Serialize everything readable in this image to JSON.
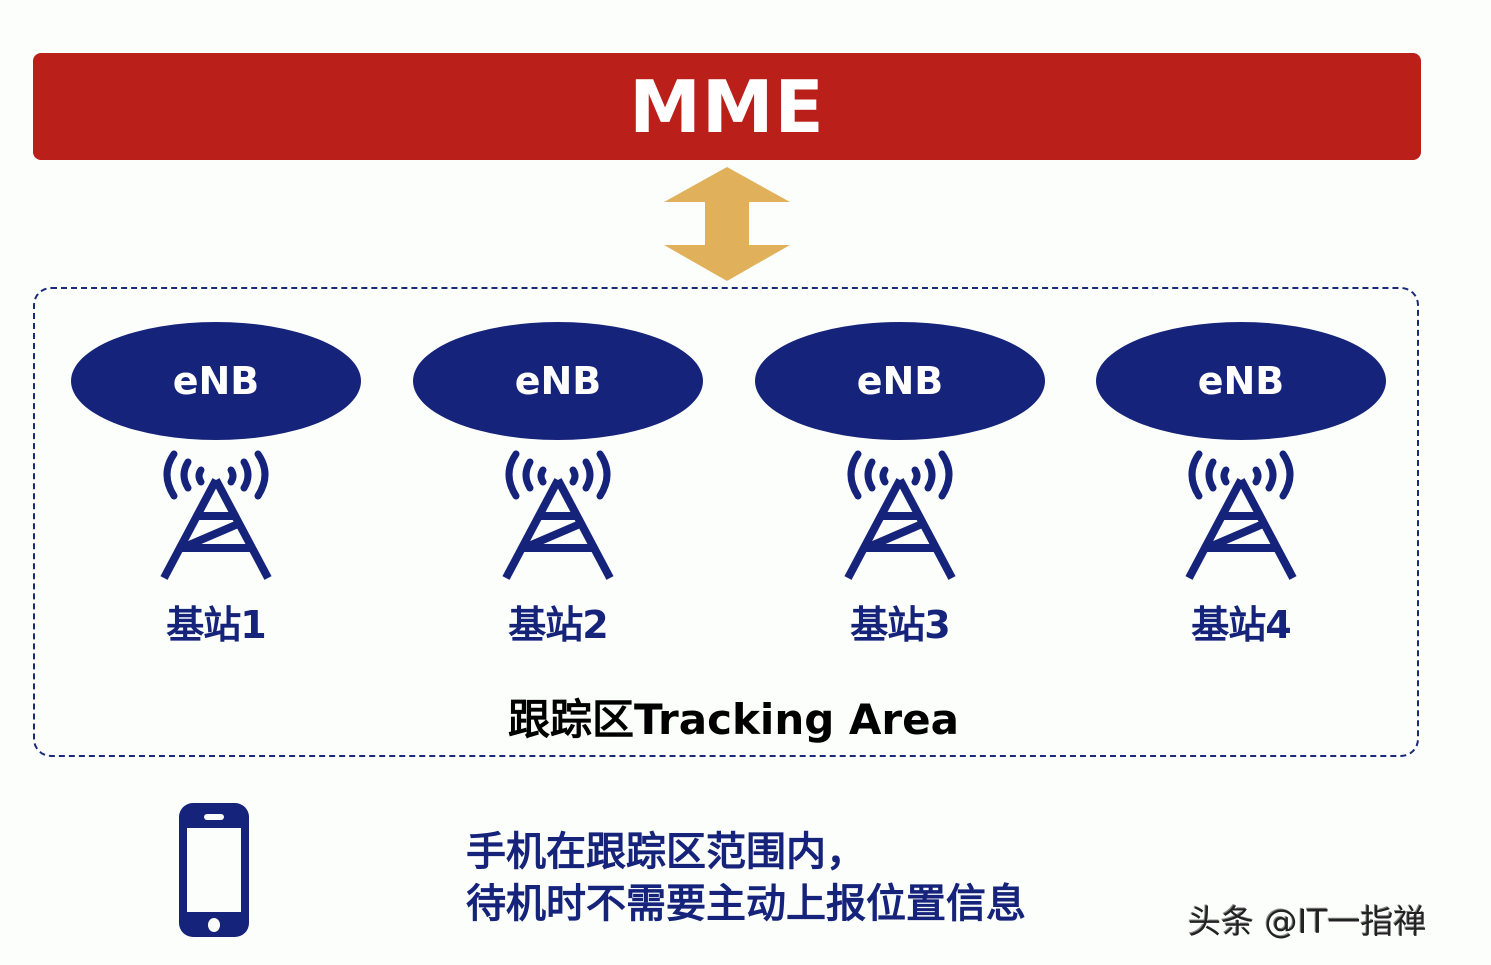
{
  "colors": {
    "background": "#fbfefb",
    "mme_red": "#bb1f19",
    "arrow_gold": "#e0b15a",
    "navy": "#16237a",
    "dashed_border": "#1a2a78"
  },
  "mme": {
    "label": "MME"
  },
  "connector": {
    "icon": "double-arrow-vertical-icon"
  },
  "tracking_area": {
    "label": "跟踪区Tracking Area",
    "stations": [
      {
        "node_label": "eNB",
        "icon": "cell-tower-icon",
        "name": "基站1"
      },
      {
        "node_label": "eNB",
        "icon": "cell-tower-icon",
        "name": "基站2"
      },
      {
        "node_label": "eNB",
        "icon": "cell-tower-icon",
        "name": "基站3"
      },
      {
        "node_label": "eNB",
        "icon": "cell-tower-icon",
        "name": "基站4"
      }
    ]
  },
  "phone": {
    "icon": "smartphone-icon"
  },
  "description": {
    "line1": "手机在跟踪区范围内，",
    "line2": "待机时不需要主动上报位置信息"
  },
  "watermark": "头条 @IT一指禅"
}
